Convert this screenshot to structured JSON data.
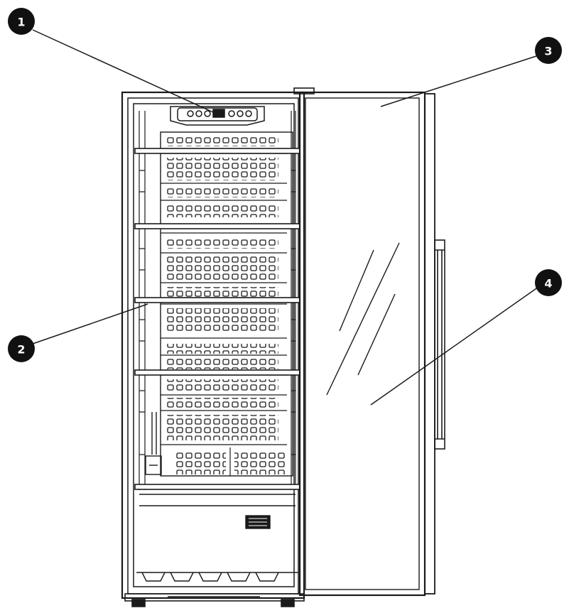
{
  "diagram": {
    "callouts": [
      {
        "number": "1"
      },
      {
        "number": "2"
      },
      {
        "number": "3"
      },
      {
        "number": "4"
      }
    ]
  },
  "colors": {
    "line": "#1a1a1a",
    "background": "#ffffff",
    "callout_fill": "#111111",
    "callout_text": "#ffffff"
  }
}
